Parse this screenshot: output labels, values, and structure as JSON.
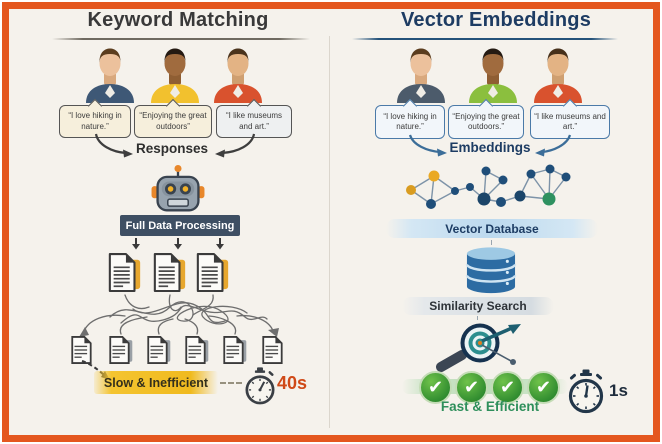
{
  "left": {
    "title": "Keyword Matching",
    "bubbles": [
      "“I love hiking in nature.”",
      "“Enjoying the great outdoors”",
      "“I like museums and art.”"
    ],
    "responses_label": "Responses",
    "processing_label": "Full Data Processing",
    "slow_label": "Slow & Inefficient",
    "time_label": "40s"
  },
  "right": {
    "title": "Vector Embeddings",
    "bubbles": [
      "“I love hiking in nature.”",
      "“Enjoying the great outdoors.”",
      "“I like museums and art.”"
    ],
    "embeddings_label": "Embeddings",
    "vector_db_label": "Vector Database",
    "similarity_label": "Similarity Search",
    "fast_label": "Fast & Efficient",
    "time_label": "1s"
  },
  "colors": {
    "frame_border": "#e4571f",
    "background": "#f5f2ec",
    "left_title": "#3a3a3a",
    "right_title": "#1d3c63",
    "slow_highlight": "#f0ba1e",
    "slow_time": "#d04a18",
    "fast_green": "#2e8f5b",
    "node_blue": "#1f4e79",
    "node_yellow": "#eaa924",
    "node_green": "#2e9160"
  }
}
